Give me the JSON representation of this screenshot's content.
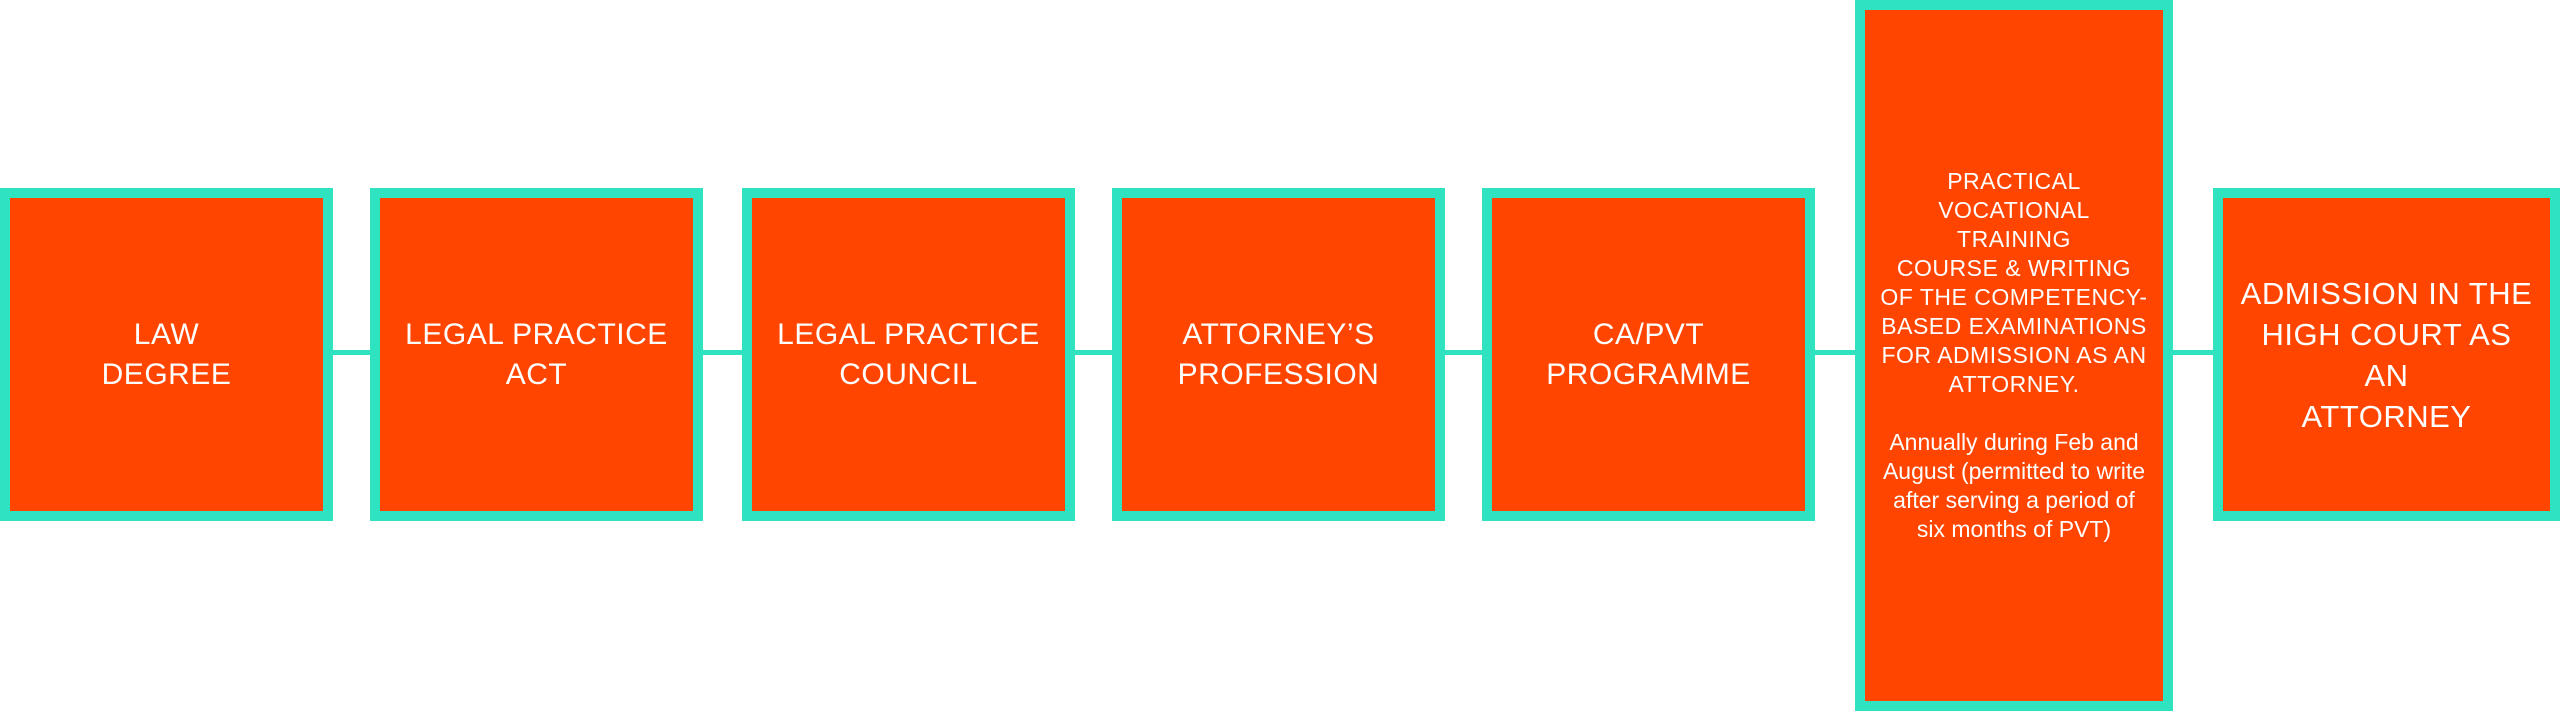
{
  "diagram": {
    "steps": [
      {
        "label": "LAW\nDEGREE"
      },
      {
        "label": "LEGAL PRACTICE\nACT"
      },
      {
        "label": "LEGAL PRACTICE\nCOUNCIL"
      },
      {
        "label": "ATTORNEY’S\nPROFESSION"
      },
      {
        "label": "CA/PVT\nPROGRAMME"
      },
      {
        "label": "PRACTICAL\nVOCATIONAL TRAINING\nCOURSE & WRITING\nOF THE COMPETENCY-\nBASED EXAMINATIONS\nFOR ADMISSION AS AN\nATTORNEY.",
        "note": "Annually during Feb and\nAugust (permitted to write\nafter serving a period of\nsix months of PVT)"
      },
      {
        "label": "ADMISSION IN THE\nHIGH COURT AS AN\nATTORNEY"
      }
    ],
    "colors": {
      "box_fill": "#FF4500",
      "border": "#2FE3C0",
      "text": "#FFFFFF",
      "connector": "#2FE3C0"
    }
  }
}
